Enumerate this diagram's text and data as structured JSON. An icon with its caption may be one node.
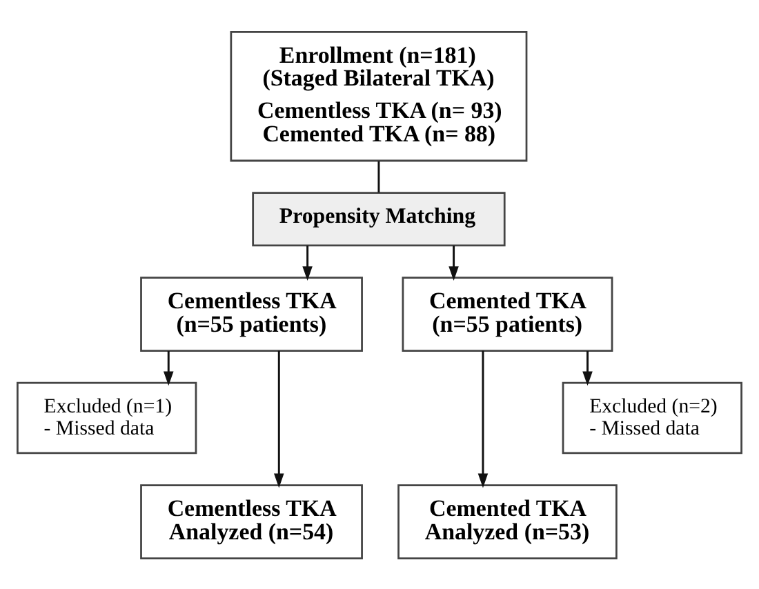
{
  "diagram": {
    "nodes": [
      {
        "text": [
          "Enrollment (n=181) (Staged Bilateral TKA)",
          "Cementless TKA (n= 93) Cemented TKA (n= 88)"
        ]
      },
      {
        "text": [
          "Propensity Matching"
        ]
      },
      {
        "text": [
          "Cementless TKA (n=55 patients)"
        ]
      },
      {
        "text": [
          "Cemented TKA (n=55 patients)"
        ]
      },
      {
        "text": [
          "Excluded (n=1)",
          "- Missed data"
        ]
      },
      {
        "text": [
          "Excluded (n=2)",
          "- Missed data"
        ]
      },
      {
        "text": [
          "Cementless TKA Analyzed (n=54)"
        ]
      },
      {
        "text": [
          "Cemented TKA Analyzed (n=53)"
        ]
      }
    ],
    "edges": [
      {
        "from": 0,
        "to": 1,
        "arrow": "none"
      },
      {
        "from": 1,
        "to": 2,
        "arrow": "to"
      },
      {
        "from": 1,
        "to": 3,
        "arrow": "to"
      },
      {
        "from": 2,
        "to": 4,
        "arrow": "to"
      },
      {
        "from": 2,
        "to": 6,
        "arrow": "to"
      },
      {
        "from": 3,
        "to": 7,
        "arrow": "to"
      },
      {
        "from": 3,
        "to": 5,
        "arrow": "to"
      }
    ]
  }
}
